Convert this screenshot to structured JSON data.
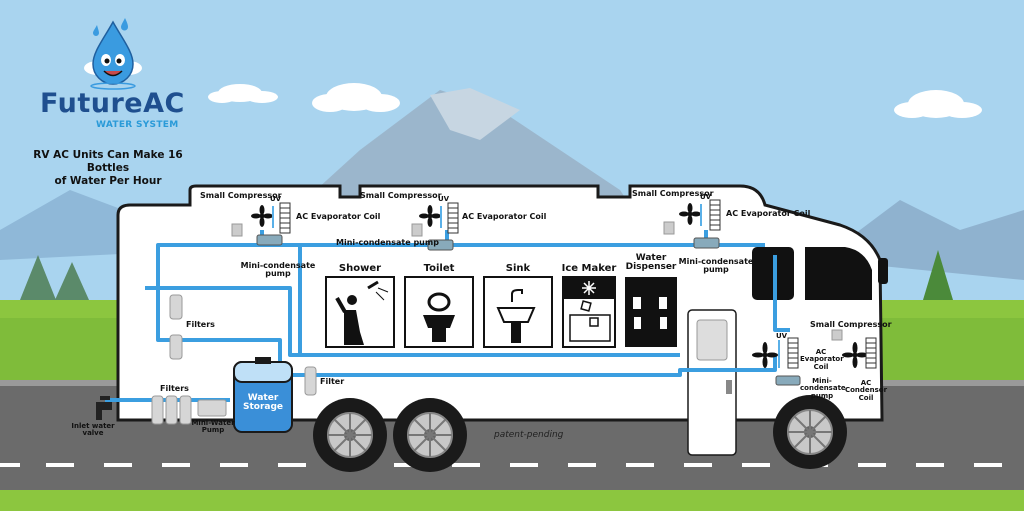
{
  "brand": {
    "name": "FutureAC",
    "subtitle": "WATER SYSTEM",
    "tagline_1": "RV AC Units Can Make 16 Bottles",
    "tagline_2": "of Water Per Hour"
  },
  "units": [
    {
      "compressor": "Small Compressor",
      "uv": "UV",
      "coil": "AC Evaporator Coil"
    },
    {
      "compressor": "Small Compressor",
      "uv": "UV",
      "coil": "AC Evaporator Coil"
    },
    {
      "compressor": "Small Compressor",
      "uv": "UV",
      "coil": "AC Evaporator Coil"
    }
  ],
  "rear_unit": {
    "compressor": "Small Compressor",
    "uv": "UV",
    "evap_coil": "AC Evaporator Coil",
    "condenser_coil": "AC Condensor Coil",
    "pump": "Mini-condensate pump"
  },
  "pumps": {
    "pump_1": "Mini-condensate pump",
    "pump_2": "Mini-condensate pump",
    "pump_3": "Mini-condensate pump",
    "mini_water_pump": "Mini-Water Pump"
  },
  "fixtures": [
    "Shower",
    "Toilet",
    "Sink",
    "Ice Maker",
    "Water Dispenser"
  ],
  "labels": {
    "filters_1": "Filters",
    "filters_2": "Filters",
    "filter": "Filter",
    "water_storage": "Water Storage",
    "inlet_valve": "Inlet water valve",
    "patent": "patent-pending"
  },
  "colors": {
    "pipe": "#3b9ee0",
    "sky": "#a9d4ef",
    "grass": "#8cc63f",
    "road": "#6b6b6b",
    "brand": "#1f4f8f",
    "water": "#3a8fd8"
  }
}
